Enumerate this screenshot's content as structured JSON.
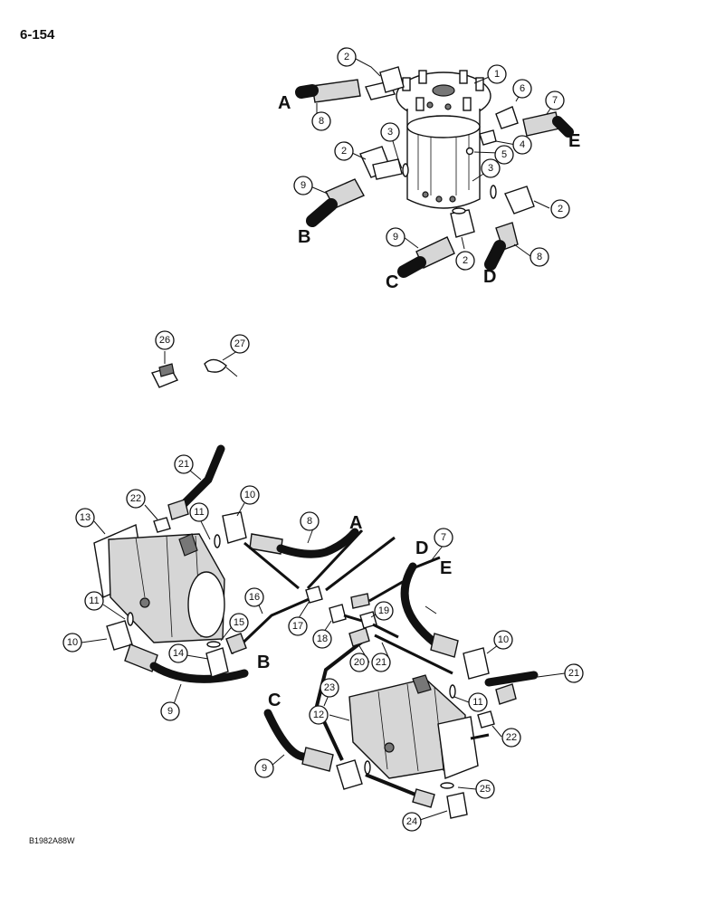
{
  "page": {
    "number": "6-154",
    "figure_code": "B1982A88W"
  },
  "swivel_assembly": {
    "letters": [
      {
        "id": "A",
        "text": "A"
      },
      {
        "id": "B",
        "text": "B"
      },
      {
        "id": "C",
        "text": "C"
      },
      {
        "id": "D",
        "text": "D"
      },
      {
        "id": "E",
        "text": "E"
      }
    ],
    "callouts": [
      "1",
      "2",
      "3",
      "4",
      "5",
      "6",
      "7",
      "8",
      "9",
      "2",
      "3",
      "2",
      "2",
      "9",
      "8"
    ]
  },
  "clip_parts": {
    "callouts": [
      "26",
      "27"
    ]
  },
  "pump_assembly": {
    "letters": [
      {
        "id": "A",
        "text": "A"
      },
      {
        "id": "B",
        "text": "B"
      },
      {
        "id": "C",
        "text": "C"
      },
      {
        "id": "D",
        "text": "D"
      },
      {
        "id": "E",
        "text": "E"
      }
    ],
    "callouts": [
      "21",
      "10",
      "22",
      "13",
      "8",
      "11",
      "7",
      "16",
      "11",
      "10",
      "15",
      "17",
      "18",
      "19",
      "14",
      "9",
      "20",
      "21",
      "10",
      "23",
      "21",
      "12",
      "11",
      "22",
      "9",
      "25",
      "24"
    ]
  }
}
